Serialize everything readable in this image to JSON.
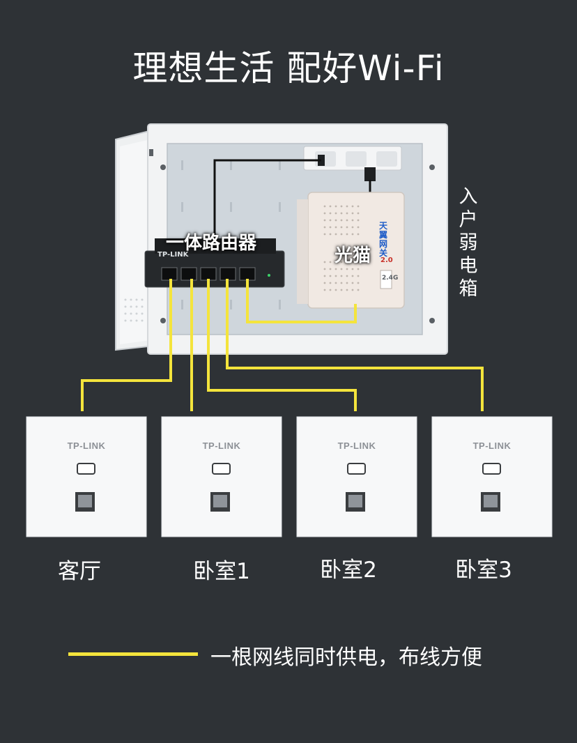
{
  "title": "理想生活 配好Wi-Fi",
  "box": {
    "router_label": "一体路由器",
    "modem_label": "光猫",
    "vertical_label": "入户弱电箱",
    "router_brand": "TP-LINK",
    "modem_brand": "天翼网关",
    "modem_version": "2.0",
    "modem_band": "2.4G"
  },
  "panels": [
    {
      "brand": "TP-LINK",
      "room": "客厅"
    },
    {
      "brand": "TP-LINK",
      "room": "卧室1"
    },
    {
      "brand": "TP-LINK",
      "room": "卧室2"
    },
    {
      "brand": "TP-LINK",
      "room": "卧室3"
    }
  ],
  "legend": {
    "text": "一根网线同时供电，布线方便",
    "line_color": "#f4e43c"
  },
  "colors": {
    "background": "#2e3236",
    "cable": "#f4e43c"
  }
}
